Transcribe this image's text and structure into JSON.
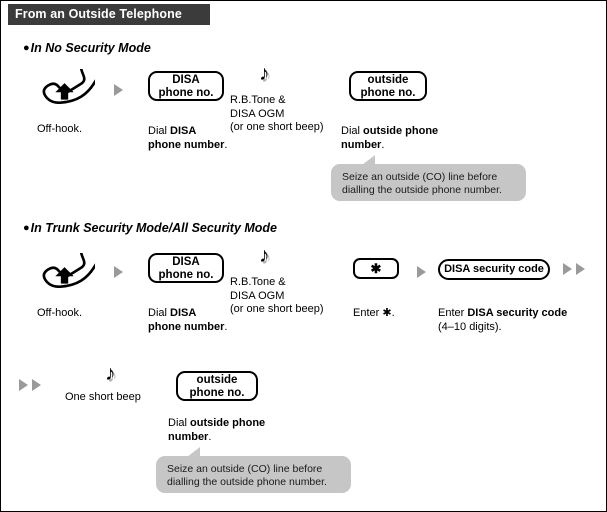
{
  "header": {
    "title": "From an Outside Telephone"
  },
  "sections": [
    {
      "bullet": "●",
      "heading": "In No Security Mode"
    },
    {
      "bullet": "●",
      "heading": "In Trunk Security Mode/All Security Mode"
    }
  ],
  "flow1": {
    "offhook_caption": "Off-hook.",
    "disa_box": {
      "line1": "DISA",
      "line2": "phone no."
    },
    "disa_caption": {
      "prefix": "Dial ",
      "bold": "DISA",
      "line2_bold": "phone number",
      "line2_suffix": "."
    },
    "tone_note": "♪",
    "tone_lines": [
      "R.B.Tone &",
      "DISA OGM",
      "(or one short beep)"
    ],
    "outside_box": {
      "line1": "outside",
      "line2": "phone no."
    },
    "outside_caption": {
      "prefix": "Dial ",
      "bold": "outside phone",
      "line2_bold": "number",
      "line2_suffix": "."
    },
    "bubble": [
      "Seize an outside (CO) line before",
      "dialling the outside phone number."
    ]
  },
  "flow2": {
    "offhook_caption": "Off-hook.",
    "disa_box": {
      "line1": "DISA",
      "line2": "phone no."
    },
    "disa_caption": {
      "prefix": "Dial ",
      "bold": "DISA",
      "line2_bold": "phone number",
      "line2_suffix": "."
    },
    "tone_note": "♪",
    "tone_lines": [
      "R.B.Tone &",
      "DISA OGM",
      "(or one short beep)"
    ],
    "star_box": "✱",
    "star_caption": {
      "prefix": "Enter ",
      "glyph": "✱",
      "suffix": "."
    },
    "code_box": "DISA security code",
    "code_caption": {
      "prefix": "Enter ",
      "bold": "DISA security code",
      "line2": "(4–10 digits)."
    },
    "continue_marker": "▶▶"
  },
  "flow3": {
    "continue_marker": "▶▶",
    "beep_note": "♪",
    "beep_caption": "One short beep",
    "outside_box": {
      "line1": "outside",
      "line2": "phone no."
    },
    "outside_caption": {
      "prefix": "Dial ",
      "bold": "outside phone",
      "line2_bold": "number",
      "line2_suffix": "."
    },
    "bubble": [
      "Seize an outside (CO) line before",
      "dialling the outside phone number."
    ]
  },
  "icons": {
    "handset": "off-hook-handset-icon",
    "arrow": "right-triangle-arrow"
  },
  "colors": {
    "header_bg": "#3b3b3b",
    "bubble_bg": "#c6c6c6",
    "arrow_gray": "#9a9a9a",
    "line": "#000000"
  }
}
